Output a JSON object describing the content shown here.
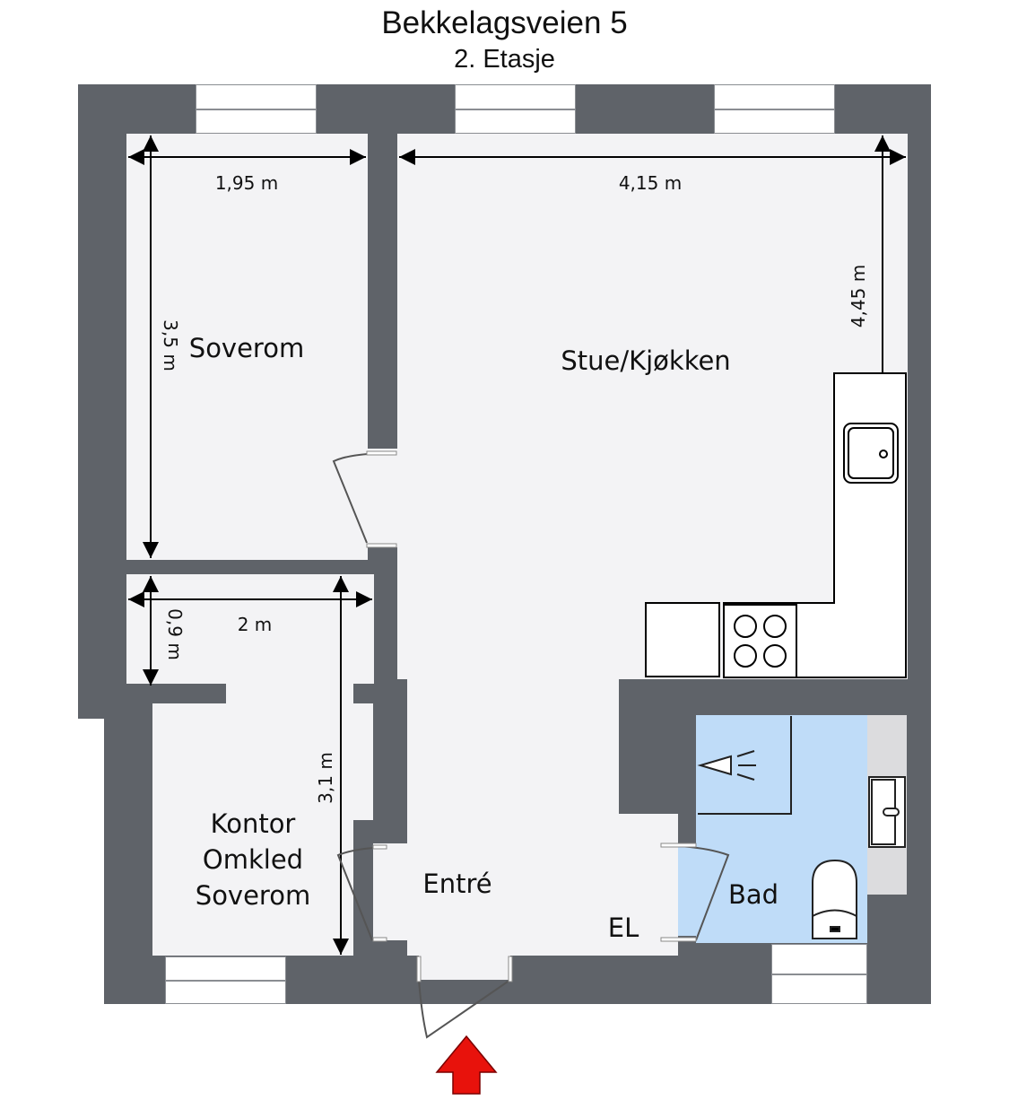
{
  "header": {
    "title": "Bekkelagsveien 5",
    "subtitle": "2. Etasje"
  },
  "rooms": {
    "soverom": "Soverom",
    "stue_kjokken": "Stue/Kjøkken",
    "kontor": [
      "Kontor",
      "Omkled",
      "Soverom"
    ],
    "entre": "Entré",
    "bad": "Bad",
    "el": "EL"
  },
  "dimensions": {
    "soverom_width": "1,95 m",
    "soverom_length": "3,5 m",
    "stue_width": "4,15 m",
    "stue_length": "4,45 m",
    "closet_length": "0,9 m",
    "kontor_width": "2 m",
    "kontor_length": "3,1 m"
  },
  "fixtures": [
    "sink-icon",
    "stove-icon",
    "fridge-icon",
    "shower-icon",
    "washbasin-icon",
    "toilet-icon"
  ],
  "colors": {
    "wall": "#5f6369",
    "floor": "#f3f3f5",
    "bathroom": "#bfdcf8",
    "entrance_arrow": "#e8120c"
  }
}
